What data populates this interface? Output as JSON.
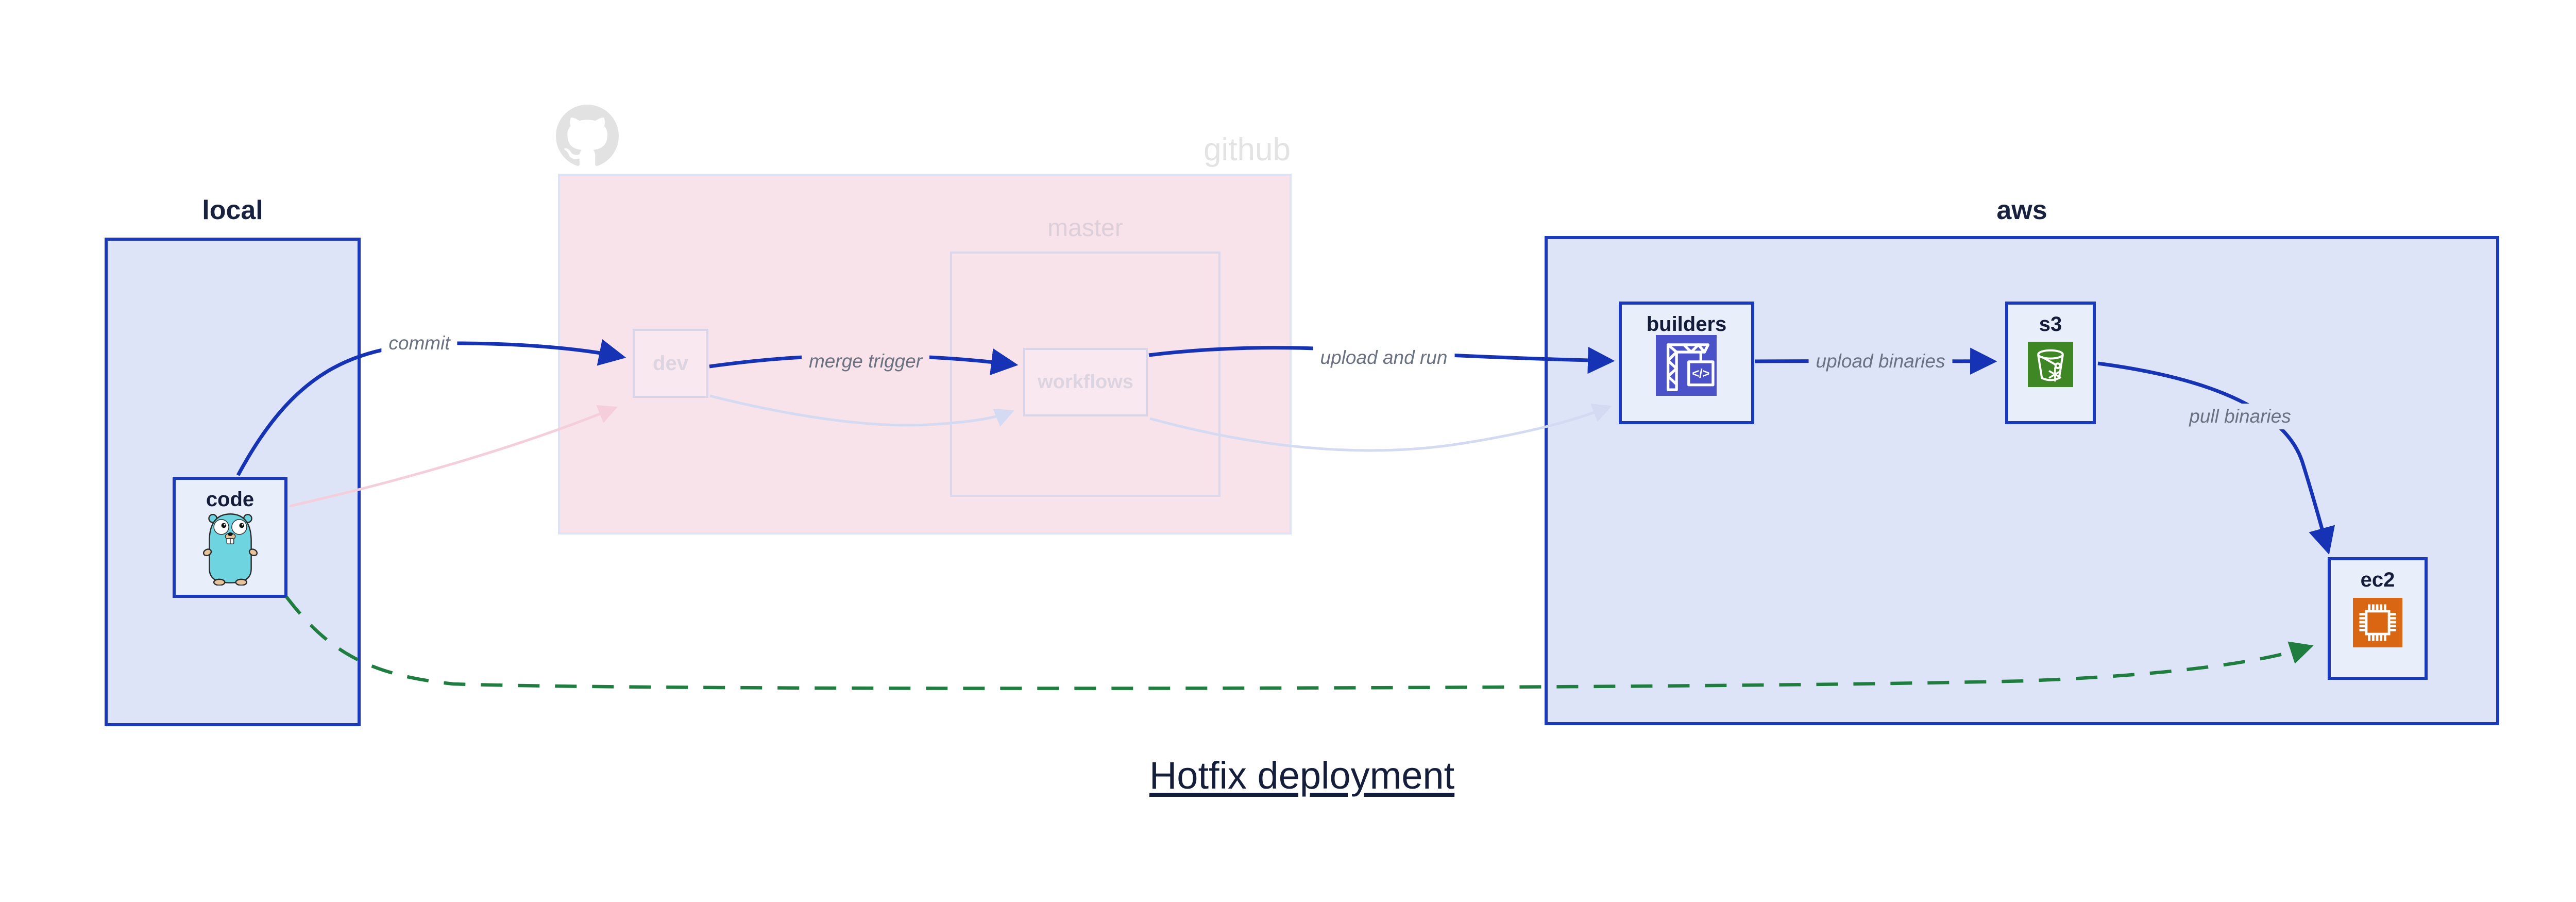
{
  "diagram": {
    "title": "Hotfix deployment",
    "groups": {
      "local": {
        "label": "local"
      },
      "github": {
        "label": "github",
        "master": {
          "label": "master"
        }
      },
      "aws": {
        "label": "aws"
      }
    },
    "nodes": {
      "code": {
        "label": "code",
        "icon": "go-gopher-icon"
      },
      "dev": {
        "label": "dev"
      },
      "workflows": {
        "label": "workflows"
      },
      "builders": {
        "label": "builders",
        "icon": "aws-codebuild-icon"
      },
      "s3": {
        "label": "s3",
        "icon": "aws-s3-bucket-icon"
      },
      "ec2": {
        "label": "ec2",
        "icon": "aws-ec2-chip-icon"
      }
    },
    "edges": {
      "commit": {
        "label": "commit",
        "from": "code",
        "to": "dev",
        "style": "solid-blue"
      },
      "merge_trigger": {
        "label": "merge trigger",
        "from": "dev",
        "to": "workflows",
        "style": "solid-blue"
      },
      "upload_and_run": {
        "label": "upload and run",
        "from": "workflows",
        "to": "builders",
        "style": "solid-blue"
      },
      "upload_binaries": {
        "label": "upload binaries",
        "from": "builders",
        "to": "s3",
        "style": "solid-blue"
      },
      "pull_binaries": {
        "label": "pull binaries",
        "from": "s3",
        "to": "ec2",
        "style": "solid-blue"
      },
      "code_to_dev_faded": {
        "from": "code",
        "to": "dev",
        "style": "faded-pink"
      },
      "dev_to_workflows_faded": {
        "from": "dev",
        "to": "workflows",
        "style": "faded-lavender"
      },
      "workflows_to_builders_faded": {
        "from": "workflows",
        "to": "builders",
        "style": "faded-lavender"
      },
      "hotfix_direct": {
        "from": "code",
        "to": "ec2",
        "style": "dashed-green"
      }
    },
    "colors": {
      "strong_blue": "#1a39bc",
      "arrow_blue": "#1533b4",
      "box_fill": "#dde4f7",
      "node_fill": "#e9eefb",
      "pink_fill": "#f8e3ea",
      "pink_node_fill": "#f9e8f0",
      "faded_border": "#d8d4e9",
      "faded_node_text": "#ddd4e2",
      "github_gray": "#e3e3e3",
      "master_gray": "#ddcfd9",
      "faded_pink_arrow": "#f4cfdb",
      "faded_lavender_arrow": "#d3daf1",
      "hotfix_green": "#1f7e3f",
      "edge_label_gray": "#6a7180",
      "dark_text": "#141d3a",
      "codebuild_icon_bg": "#4b51c8",
      "s3_icon_bg": "#3f8624",
      "ec2_icon_bg": "#d86613",
      "octocat_gray": "#e2e2e2",
      "gopher_teal": "#6ed4e0"
    }
  }
}
